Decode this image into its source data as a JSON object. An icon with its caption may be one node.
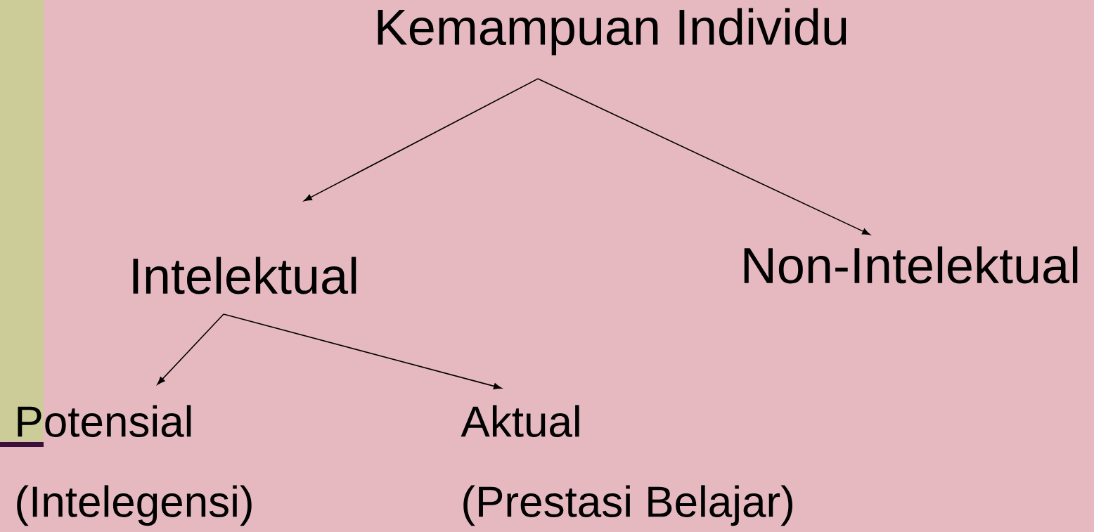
{
  "diagram": {
    "nodes": [
      {
        "text": [
          "Kemampuan Individu"
        ]
      },
      {
        "text": [
          "Intelektual"
        ]
      },
      {
        "text": [
          "Non-Intelektual"
        ]
      },
      {
        "text": [
          "Potensial",
          "(Intelegensi)"
        ]
      },
      {
        "text": [
          "Aktual",
          "(Prestasi Belajar)"
        ]
      }
    ],
    "edges": [
      {
        "from": 0,
        "to": 1,
        "arrow": "to"
      },
      {
        "from": 0,
        "to": 2,
        "arrow": "to"
      },
      {
        "from": 1,
        "to": 3,
        "arrow": "to"
      },
      {
        "from": 1,
        "to": 4,
        "arrow": "to"
      }
    ]
  }
}
